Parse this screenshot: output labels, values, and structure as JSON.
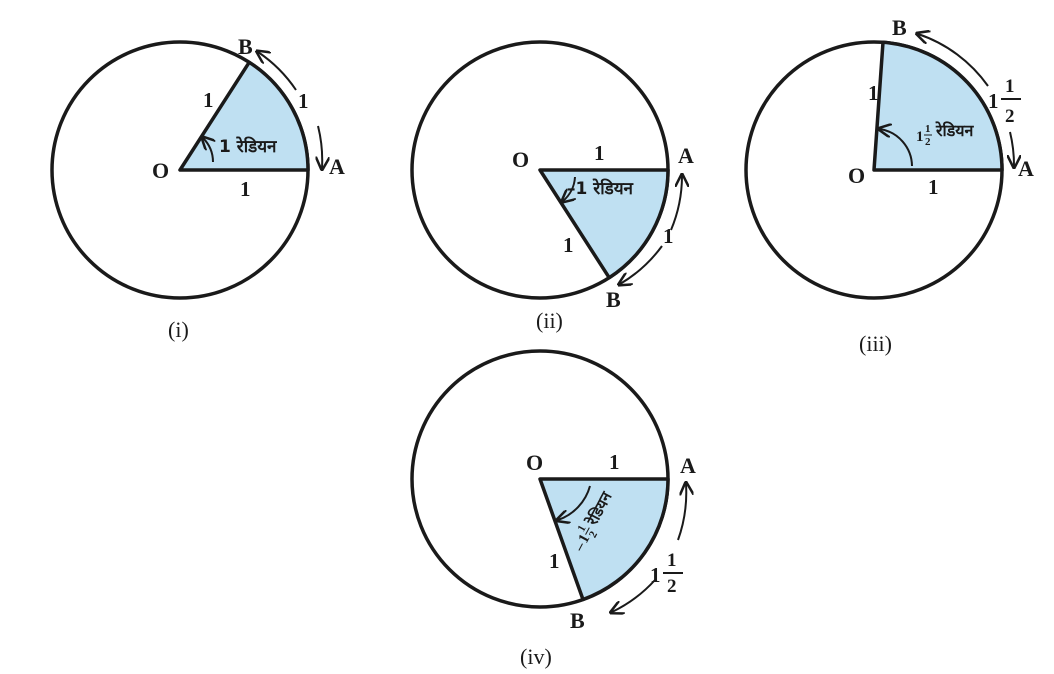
{
  "colors": {
    "sector_fill": "#bfe0f2",
    "stroke": "#1a1a1a",
    "background": "#ffffff"
  },
  "figures": [
    {
      "caption": "(i)",
      "labels": {
        "O": "O",
        "A": "A",
        "B": "B",
        "radius_OA": "1",
        "radius_OB": "1",
        "arc": "1"
      },
      "angle_text": "1 रेडियन"
    },
    {
      "caption": "(ii)",
      "labels": {
        "O": "O",
        "A": "A",
        "B": "B",
        "radius_OA": "1",
        "radius_OB": "1",
        "arc": "1"
      },
      "angle_text": "–1 रेडियन"
    },
    {
      "caption": "(iii)",
      "labels": {
        "O": "O",
        "A": "A",
        "B": "B",
        "radius_OA": "1",
        "radius_OB": "1",
        "arc_whole": "1",
        "arc_num": "1",
        "arc_den": "2"
      },
      "angle_text": {
        "whole": "1",
        "num": "1",
        "den": "2",
        "word": "रेडियन"
      }
    },
    {
      "caption": "(iv)",
      "labels": {
        "O": "O",
        "A": "A",
        "B": "B",
        "radius_OA": "1",
        "radius_OB": "1",
        "arc_whole": "1",
        "arc_num": "1",
        "arc_den": "2"
      },
      "angle_text": {
        "sign": "–",
        "whole": "1",
        "num": "1",
        "den": "2",
        "word": "रेडियन"
      }
    }
  ]
}
